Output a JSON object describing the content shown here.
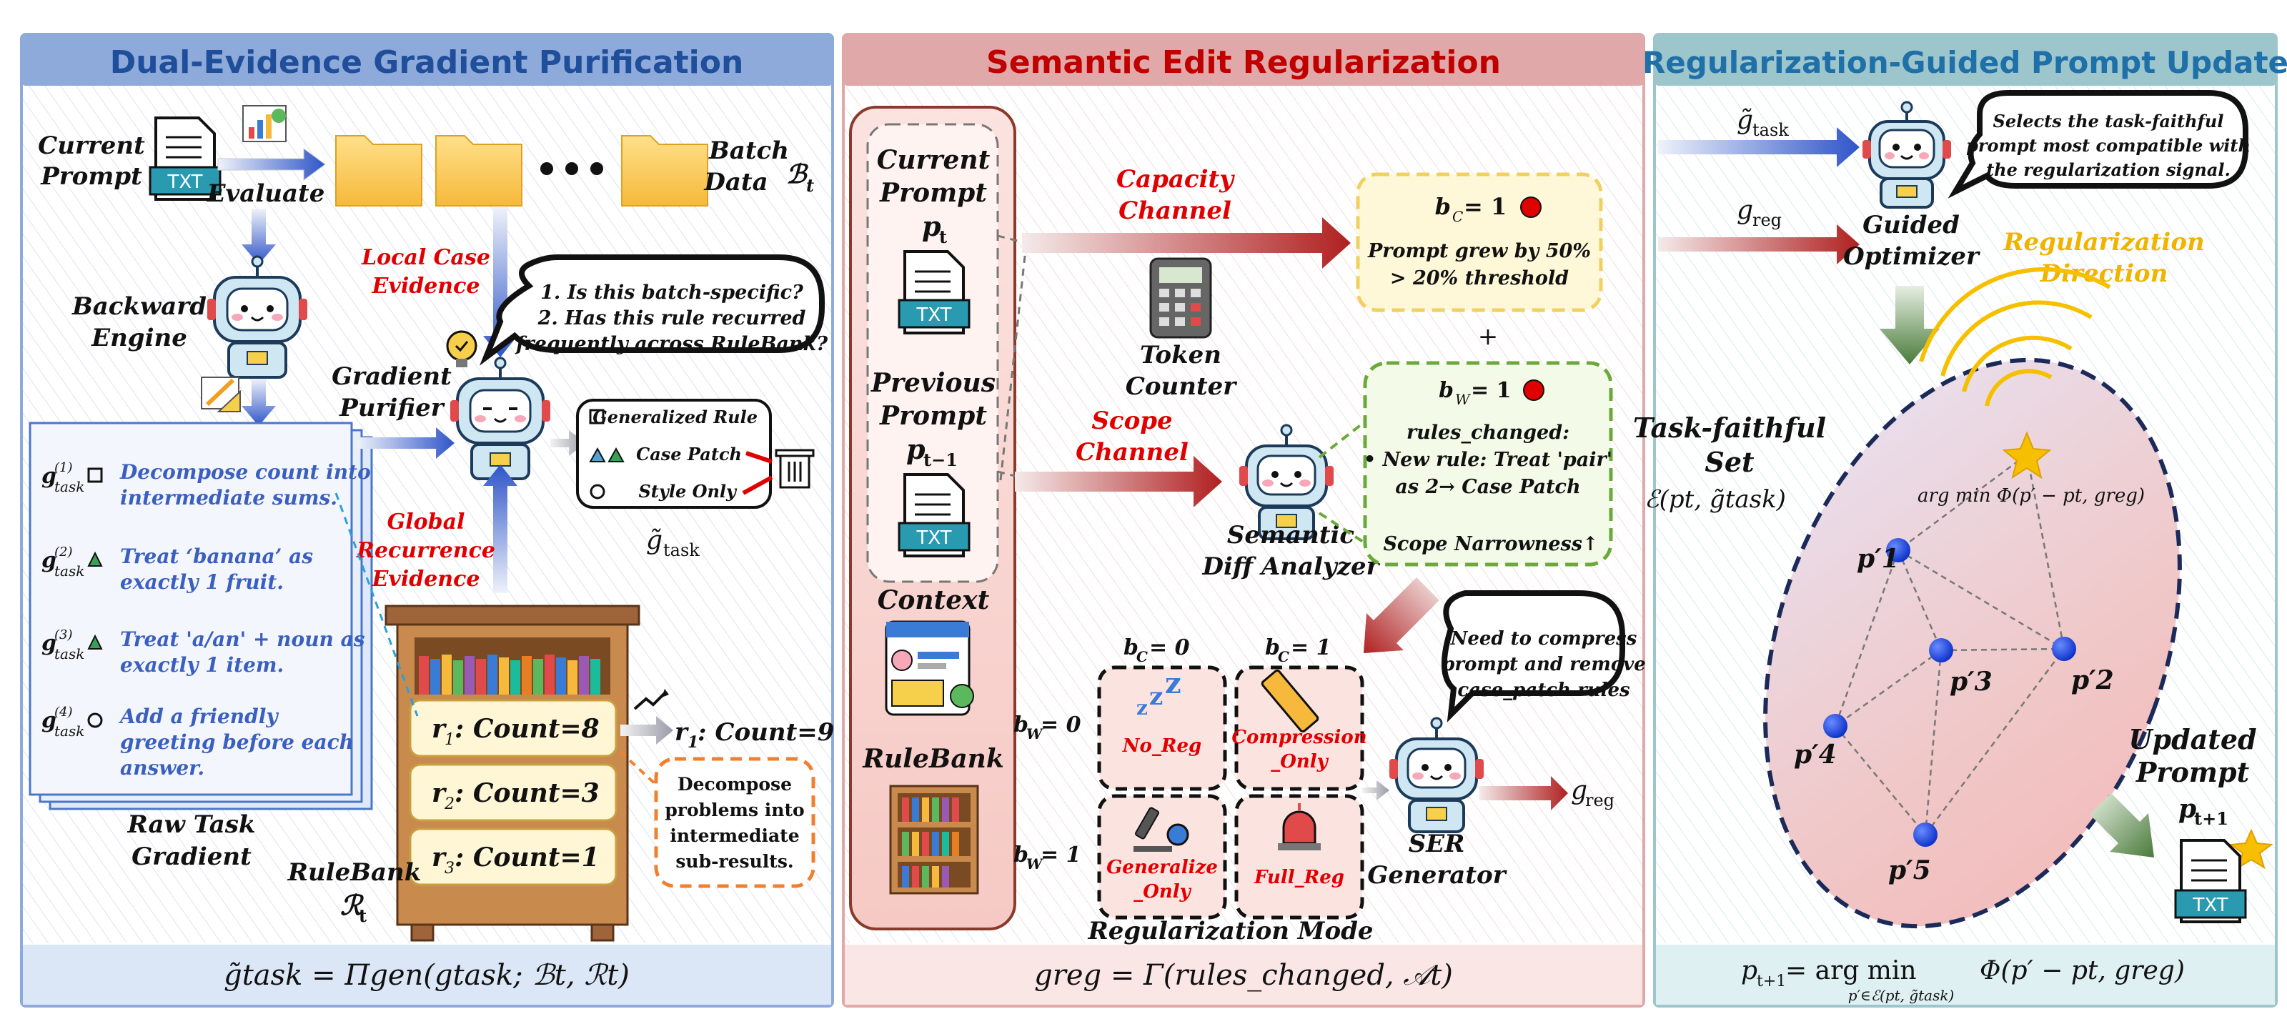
{
  "panels": {
    "left": {
      "title": "Dual-Evidence Gradient Purification",
      "current_prompt": [
        "Current",
        "Prompt"
      ],
      "txt": "TXT",
      "evaluate": "Evaluate",
      "batch_data": [
        "Batch",
        "Data"
      ],
      "batch_symbol": "ℬ",
      "batch_sub": "t",
      "backward_engine": [
        "Backward",
        "Engine"
      ],
      "local_case_evidence": [
        "Local Case",
        "Evidence"
      ],
      "question_bubble": [
        "1. Is this batch-specific?",
        "2. Has this rule recurred",
        "frequently across RuleBank?"
      ],
      "gradient_purifier": [
        "Gradient",
        "Purifier"
      ],
      "categories": [
        "Generalized Rule",
        "Case Patch",
        "Style Only"
      ],
      "g_tilde_task": "g̃",
      "g_sub_task": "task",
      "global_recurrence": [
        "Global",
        "Recurrence",
        "Evidence"
      ],
      "raw_gradient_items": [
        {
          "g": "g",
          "sub": "task",
          "sup": "(1)",
          "text": [
            "Decompose count into",
            "intermediate sums."
          ]
        },
        {
          "g": "g",
          "sub": "task",
          "sup": "(2)",
          "text": [
            "Treat ‘banana’ as",
            "exactly 1 fruit."
          ]
        },
        {
          "g": "g",
          "sub": "task",
          "sup": "(3)",
          "text": [
            "Treat 'a/an' + noun as",
            "exactly 1 item."
          ]
        },
        {
          "g": "g",
          "sub": "task",
          "sup": "(4)",
          "text": [
            "Add a friendly",
            "greeting before each",
            "answer."
          ]
        }
      ],
      "raw_task_gradient": [
        "Raw Task",
        "Gradient"
      ],
      "rulebank_label": "RuleBank",
      "rulebank_symbol": "ℛ",
      "rulebank_sub": "t",
      "rules": [
        {
          "r": "r",
          "sub": "1",
          "text": ": Count=8"
        },
        {
          "r": "r",
          "sub": "2",
          "text": ": Count=3"
        },
        {
          "r": "r",
          "sub": "3",
          "text": ": Count=1"
        }
      ],
      "updated_rule": {
        "r": "r",
        "sub": "1",
        "text": ": Count=9"
      },
      "rule_note": [
        "Decompose",
        "problems into",
        "intermediate",
        "sub-results."
      ],
      "formula": "g̃task = Πgen(gtask; ℬt, ℛt)"
    },
    "middle": {
      "title": "Semantic Edit Regularization",
      "current_prompt": [
        "Current",
        "Prompt"
      ],
      "p_t": "p",
      "p_t_sub": "t",
      "previous_prompt": [
        "Previous",
        "Prompt"
      ],
      "p_tm1": "p",
      "p_tm1_sub": "t−1",
      "txt": "TXT",
      "context": "Context",
      "rulebank": "RuleBank",
      "capacity_channel": [
        "Capacity",
        "Channel"
      ],
      "scope_channel": [
        "Scope",
        "Channel"
      ],
      "token_counter": [
        "Token",
        "Counter"
      ],
      "semantic_diff_analyzer": [
        "Semantic",
        "Diff Analyzer"
      ],
      "bc_box": {
        "label": "b",
        "sub": "C",
        "value": " = 1",
        "text": [
          "Prompt grew by 50%",
          "> 20% threshold"
        ]
      },
      "plus": "+",
      "bw_box": {
        "label": "b",
        "sub": "W",
        "value": " = 1",
        "text": [
          "rules_changed:",
          "• New rule: Treat 'pair'",
          "as 2→ Case Patch",
          "Scope Narrowness↑"
        ]
      },
      "mode_headers": {
        "bc0": "= 0",
        "bc1": "= 1",
        "bw0": "= 0",
        "bw1": "= 1",
        "b": "b",
        "c": "C",
        "w": "W"
      },
      "modes": [
        [
          "No_Reg"
        ],
        [
          "Compression",
          "_Only"
        ],
        [
          "Generalize",
          "_Only"
        ],
        [
          "Full_Reg"
        ]
      ],
      "regularization_mode": "Regularization Mode",
      "ser_bubble": [
        "Need to compress",
        "prompt and remove",
        "case_patch rules"
      ],
      "ser_generator": [
        "SER",
        "Generator"
      ],
      "g_reg": "g",
      "g_reg_sub": "reg",
      "formula": "greg = Γ(rules_changed, 𝒜t)"
    },
    "right": {
      "title": "Regularization-Guided Prompt Update",
      "g_tilde_task": "g̃",
      "g_task_sub": "task",
      "g_reg": "g",
      "g_reg_sub": "reg",
      "bubble": [
        "Selects the task-faithful",
        "prompt most compatible with",
        "the regularization signal."
      ],
      "guided_optimizer": [
        "Guided",
        "Optimizer"
      ],
      "reg_direction": [
        "Regularization",
        "Direction"
      ],
      "task_faithful_set": [
        "Task-faithful",
        "Set"
      ],
      "set_symbol": "ℰ(pt, g̃task)",
      "argmin": "arg min  Φ(p′ − pt, greg)",
      "points": [
        "p′1",
        "p′2",
        "p′3",
        "p′4",
        "p′5"
      ],
      "updated_prompt": [
        "Updated",
        "Prompt"
      ],
      "p_next": "p",
      "p_next_sub": "t+1",
      "txt": "TXT",
      "formula_left": "p",
      "formula_left_sub": "t+1",
      "formula_mid": " = arg min",
      "formula_under": "p′∈ℰ(pt, g̃task)",
      "formula_right": "Φ(p′ − pt, greg)"
    }
  },
  "colors": {
    "left_header": "#8eaadb",
    "left_title": "#1f4e9a",
    "mid_header": "#e0a8a8",
    "mid_title": "#c00000",
    "right_header": "#9cc6cc",
    "right_title": "#1f6fa8",
    "red_label": "#e00000",
    "gold": "#f0b400",
    "gradient_text": "#3a5fbf"
  }
}
